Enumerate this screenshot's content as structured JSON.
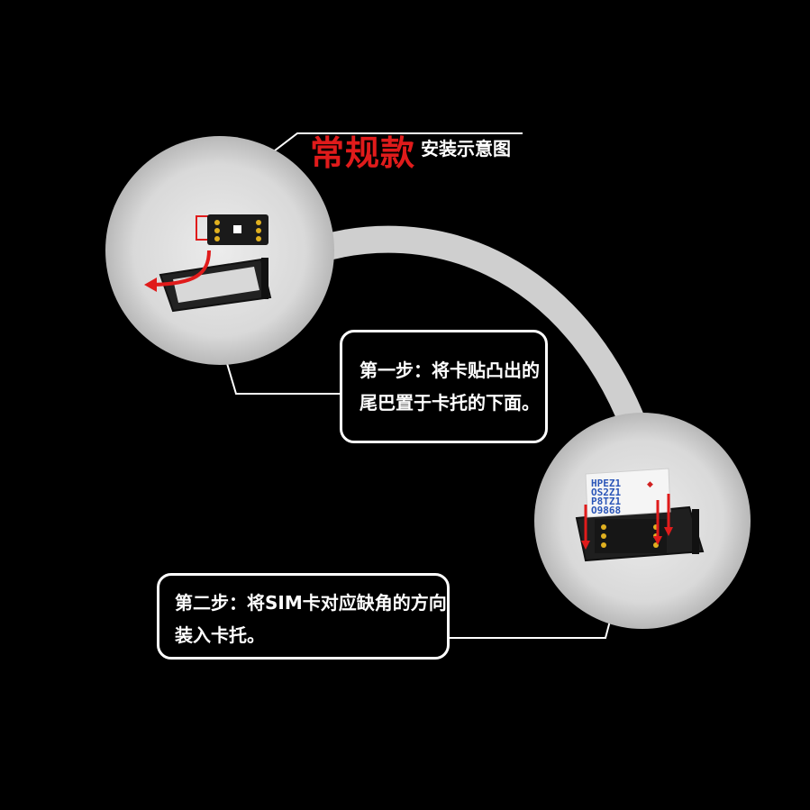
{
  "title": {
    "main": "常规款",
    "sub": "安装示意图"
  },
  "steps": [
    {
      "line1": "第一步：将卡贴凸出的",
      "line2": "尾巴置于卡托的下面。"
    },
    {
      "line1": "第二步：将SIM卡对应缺角的方向",
      "line2": "装入卡托。"
    }
  ],
  "sim_card_text": [
    "HPEZ1",
    "OS2Z1",
    "P8TZ1",
    "O9868"
  ],
  "colors": {
    "background": "#000000",
    "accent_red": "#e01b1b",
    "circle_fill": "#dcdcdc",
    "arc": "#d0d0d0",
    "text": "#ffffff"
  }
}
